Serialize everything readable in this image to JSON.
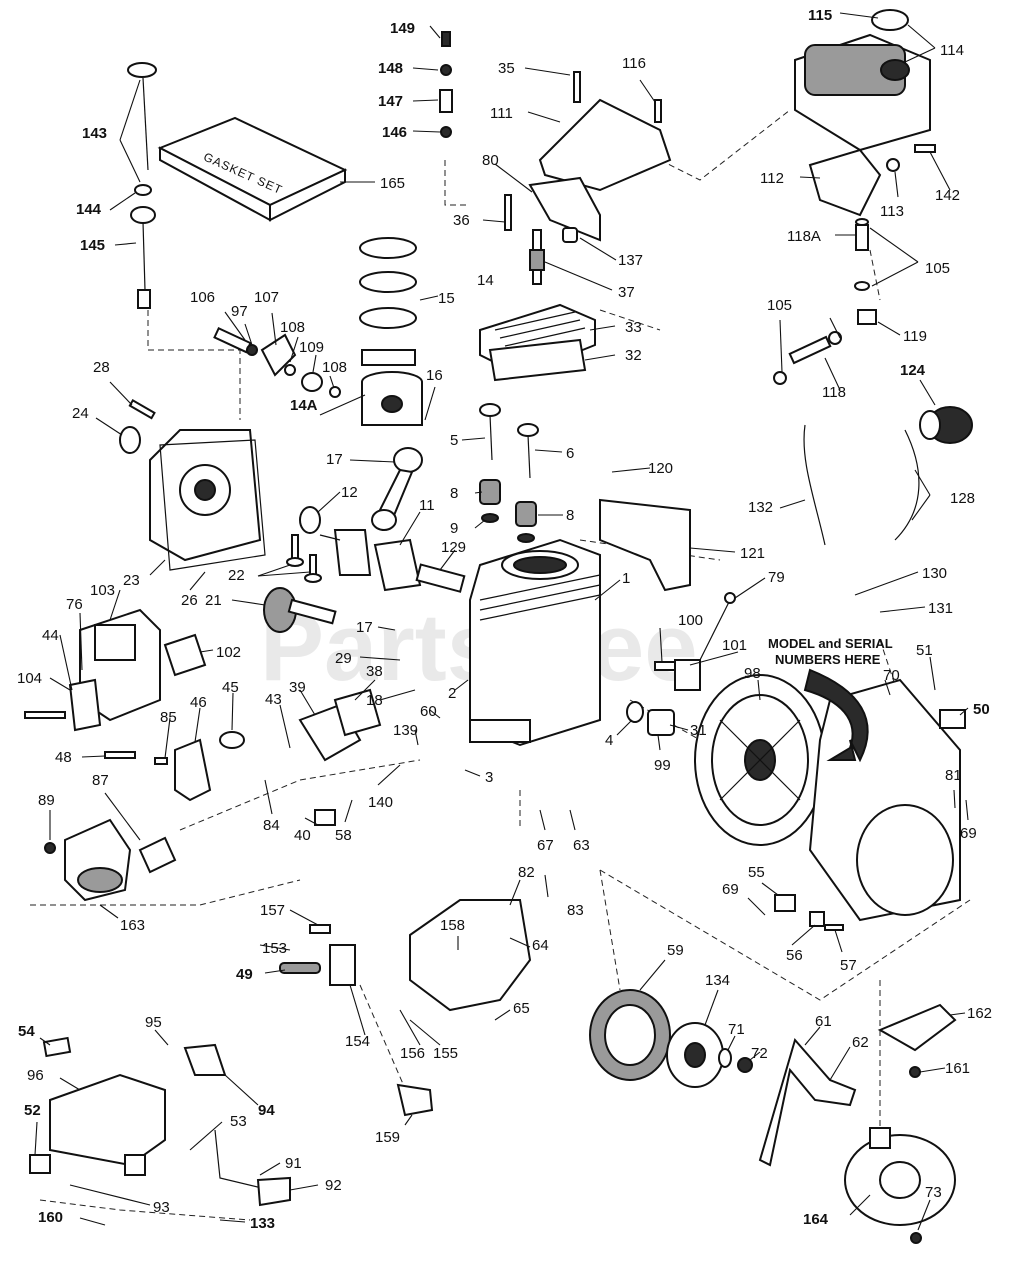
{
  "watermark": "PartsTree",
  "gasket_set_label": "GASKET SET",
  "model_serial_line1": "MODEL and SERIAL",
  "model_serial_line2": "NUMBERS HERE",
  "parts": [
    {
      "id": "p149",
      "text": "149",
      "bold": true
    },
    {
      "id": "p148",
      "text": "148",
      "bold": true
    },
    {
      "id": "p147",
      "text": "147",
      "bold": true
    },
    {
      "id": "p146",
      "text": "146",
      "bold": true
    },
    {
      "id": "p143",
      "text": "143",
      "bold": true
    },
    {
      "id": "p144",
      "text": "144",
      "bold": true
    },
    {
      "id": "p145",
      "text": "145",
      "bold": true
    },
    {
      "id": "p165",
      "text": "165",
      "bold": false
    },
    {
      "id": "p35",
      "text": "35",
      "bold": false
    },
    {
      "id": "p116",
      "text": "116",
      "bold": false
    },
    {
      "id": "p111",
      "text": "111",
      "bold": false
    },
    {
      "id": "p80",
      "text": "80",
      "bold": false
    },
    {
      "id": "p115",
      "text": "115",
      "bold": true
    },
    {
      "id": "p114",
      "text": "114",
      "bold": false
    },
    {
      "id": "p112",
      "text": "112",
      "bold": false
    },
    {
      "id": "p113",
      "text": "113",
      "bold": false
    },
    {
      "id": "p142",
      "text": "142",
      "bold": false
    },
    {
      "id": "p118A",
      "text": "118A",
      "bold": false
    },
    {
      "id": "p105a",
      "text": "105",
      "bold": false
    },
    {
      "id": "p105b",
      "text": "105",
      "bold": false
    },
    {
      "id": "p119",
      "text": "119",
      "bold": false
    },
    {
      "id": "p118",
      "text": "118",
      "bold": false
    },
    {
      "id": "p124",
      "text": "124",
      "bold": true
    },
    {
      "id": "p36",
      "text": "36",
      "bold": false
    },
    {
      "id": "p137",
      "text": "137",
      "bold": false
    },
    {
      "id": "p37",
      "text": "37",
      "bold": false
    },
    {
      "id": "p14",
      "text": "14",
      "bold": false
    },
    {
      "id": "p15",
      "text": "15",
      "bold": false
    },
    {
      "id": "p33",
      "text": "33",
      "bold": false
    },
    {
      "id": "p32",
      "text": "32",
      "bold": false
    },
    {
      "id": "p106",
      "text": "106",
      "bold": false
    },
    {
      "id": "p97",
      "text": "97",
      "bold": false
    },
    {
      "id": "p107",
      "text": "107",
      "bold": false
    },
    {
      "id": "p108a",
      "text": "108",
      "bold": false
    },
    {
      "id": "p109",
      "text": "109",
      "bold": false
    },
    {
      "id": "p108b",
      "text": "108",
      "bold": false
    },
    {
      "id": "p16",
      "text": "16",
      "bold": false
    },
    {
      "id": "p14A",
      "text": "14A",
      "bold": true
    },
    {
      "id": "p28",
      "text": "28",
      "bold": false
    },
    {
      "id": "p24",
      "text": "24",
      "bold": false
    },
    {
      "id": "p5",
      "text": "5",
      "bold": false
    },
    {
      "id": "p6",
      "text": "6",
      "bold": false
    },
    {
      "id": "p17a",
      "text": "17",
      "bold": false
    },
    {
      "id": "p12",
      "text": "12",
      "bold": false
    },
    {
      "id": "p11",
      "text": "11",
      "bold": false
    },
    {
      "id": "p8a",
      "text": "8",
      "bold": false
    },
    {
      "id": "p9",
      "text": "9",
      "bold": false
    },
    {
      "id": "p8b",
      "text": "8",
      "bold": false
    },
    {
      "id": "p120",
      "text": "120",
      "bold": false
    },
    {
      "id": "p132",
      "text": "132",
      "bold": false
    },
    {
      "id": "p128",
      "text": "128",
      "bold": false
    },
    {
      "id": "p121",
      "text": "121",
      "bold": false
    },
    {
      "id": "p129",
      "text": "129",
      "bold": false
    },
    {
      "id": "p22",
      "text": "22",
      "bold": false
    },
    {
      "id": "p23",
      "text": "23",
      "bold": false
    },
    {
      "id": "p26",
      "text": "26",
      "bold": false
    },
    {
      "id": "p21",
      "text": "21",
      "bold": false
    },
    {
      "id": "p1",
      "text": "1",
      "bold": false
    },
    {
      "id": "p79",
      "text": "79",
      "bold": false
    },
    {
      "id": "p130",
      "text": "130",
      "bold": false
    },
    {
      "id": "p131",
      "text": "131",
      "bold": false
    },
    {
      "id": "p103",
      "text": "103",
      "bold": false
    },
    {
      "id": "p76",
      "text": "76",
      "bold": false
    },
    {
      "id": "p44",
      "text": "44",
      "bold": false
    },
    {
      "id": "p102",
      "text": "102",
      "bold": false
    },
    {
      "id": "p17b",
      "text": "17",
      "bold": false
    },
    {
      "id": "p29",
      "text": "29",
      "bold": false
    },
    {
      "id": "p38",
      "text": "38",
      "bold": false
    },
    {
      "id": "p100",
      "text": "100",
      "bold": false
    },
    {
      "id": "p101",
      "text": "101",
      "bold": false
    },
    {
      "id": "p70",
      "text": "70",
      "bold": false
    },
    {
      "id": "p51",
      "text": "51",
      "bold": false
    },
    {
      "id": "p98",
      "text": "98",
      "bold": false
    },
    {
      "id": "p104",
      "text": "104",
      "bold": false
    },
    {
      "id": "p46",
      "text": "46",
      "bold": false
    },
    {
      "id": "p45",
      "text": "45",
      "bold": false
    },
    {
      "id": "p43",
      "text": "43",
      "bold": false
    },
    {
      "id": "p39",
      "text": "39",
      "bold": false
    },
    {
      "id": "p18",
      "text": "18",
      "bold": false
    },
    {
      "id": "p2",
      "text": "2",
      "bold": false
    },
    {
      "id": "p60",
      "text": "60",
      "bold": false
    },
    {
      "id": "p50",
      "text": "50",
      "bold": true
    },
    {
      "id": "p85",
      "text": "85",
      "bold": false
    },
    {
      "id": "p48",
      "text": "48",
      "bold": false
    },
    {
      "id": "p139",
      "text": "139",
      "bold": false
    },
    {
      "id": "p4",
      "text": "4",
      "bold": false
    },
    {
      "id": "p31",
      "text": "31",
      "bold": false
    },
    {
      "id": "p99",
      "text": "99",
      "bold": false
    },
    {
      "id": "p81",
      "text": "81",
      "bold": false
    },
    {
      "id": "p89",
      "text": "89",
      "bold": false
    },
    {
      "id": "p87",
      "text": "87",
      "bold": false
    },
    {
      "id": "p3",
      "text": "3",
      "bold": false
    },
    {
      "id": "p84",
      "text": "84",
      "bold": false
    },
    {
      "id": "p140",
      "text": "140",
      "bold": false
    },
    {
      "id": "p69a",
      "text": "69",
      "bold": false
    },
    {
      "id": "p40",
      "text": "40",
      "bold": false
    },
    {
      "id": "p58",
      "text": "58",
      "bold": false
    },
    {
      "id": "p67",
      "text": "67",
      "bold": false
    },
    {
      "id": "p63",
      "text": "63",
      "bold": false
    },
    {
      "id": "p82",
      "text": "82",
      "bold": false
    },
    {
      "id": "p83",
      "text": "83",
      "bold": false
    },
    {
      "id": "p163",
      "text": "163",
      "bold": false
    },
    {
      "id": "p55",
      "text": "55",
      "bold": false
    },
    {
      "id": "p69b",
      "text": "69",
      "bold": false
    },
    {
      "id": "p157",
      "text": "157",
      "bold": false
    },
    {
      "id": "p158",
      "text": "158",
      "bold": false
    },
    {
      "id": "p64",
      "text": "64",
      "bold": false
    },
    {
      "id": "p56",
      "text": "56",
      "bold": false
    },
    {
      "id": "p57",
      "text": "57",
      "bold": false
    },
    {
      "id": "p153",
      "text": "153",
      "bold": false
    },
    {
      "id": "p49",
      "text": "49",
      "bold": true
    },
    {
      "id": "p59",
      "text": "59",
      "bold": false
    },
    {
      "id": "p134",
      "text": "134",
      "bold": false
    },
    {
      "id": "p65",
      "text": "65",
      "bold": false
    },
    {
      "id": "p162",
      "text": "162",
      "bold": false
    },
    {
      "id": "p95",
      "text": "95",
      "bold": false
    },
    {
      "id": "p54",
      "text": "54",
      "bold": true
    },
    {
      "id": "p61",
      "text": "61",
      "bold": false
    },
    {
      "id": "p62",
      "text": "62",
      "bold": false
    },
    {
      "id": "p71",
      "text": "71",
      "bold": false
    },
    {
      "id": "p72",
      "text": "72",
      "bold": false
    },
    {
      "id": "p154",
      "text": "154",
      "bold": false
    },
    {
      "id": "p156",
      "text": "156",
      "bold": false
    },
    {
      "id": "p155",
      "text": "155",
      "bold": false
    },
    {
      "id": "p96",
      "text": "96",
      "bold": false
    },
    {
      "id": "p94",
      "text": "94",
      "bold": true
    },
    {
      "id": "p161",
      "text": "161",
      "bold": false
    },
    {
      "id": "p52",
      "text": "52",
      "bold": true
    },
    {
      "id": "p53",
      "text": "53",
      "bold": false
    },
    {
      "id": "p159",
      "text": "159",
      "bold": false
    },
    {
      "id": "p91",
      "text": "91",
      "bold": false
    },
    {
      "id": "p92",
      "text": "92",
      "bold": false
    },
    {
      "id": "p93",
      "text": "93",
      "bold": false
    },
    {
      "id": "p73",
      "text": "73",
      "bold": false
    },
    {
      "id": "p164",
      "text": "164",
      "bold": true
    },
    {
      "id": "p160",
      "text": "160",
      "bold": true
    },
    {
      "id": "p133",
      "text": "133",
      "bold": true
    }
  ]
}
